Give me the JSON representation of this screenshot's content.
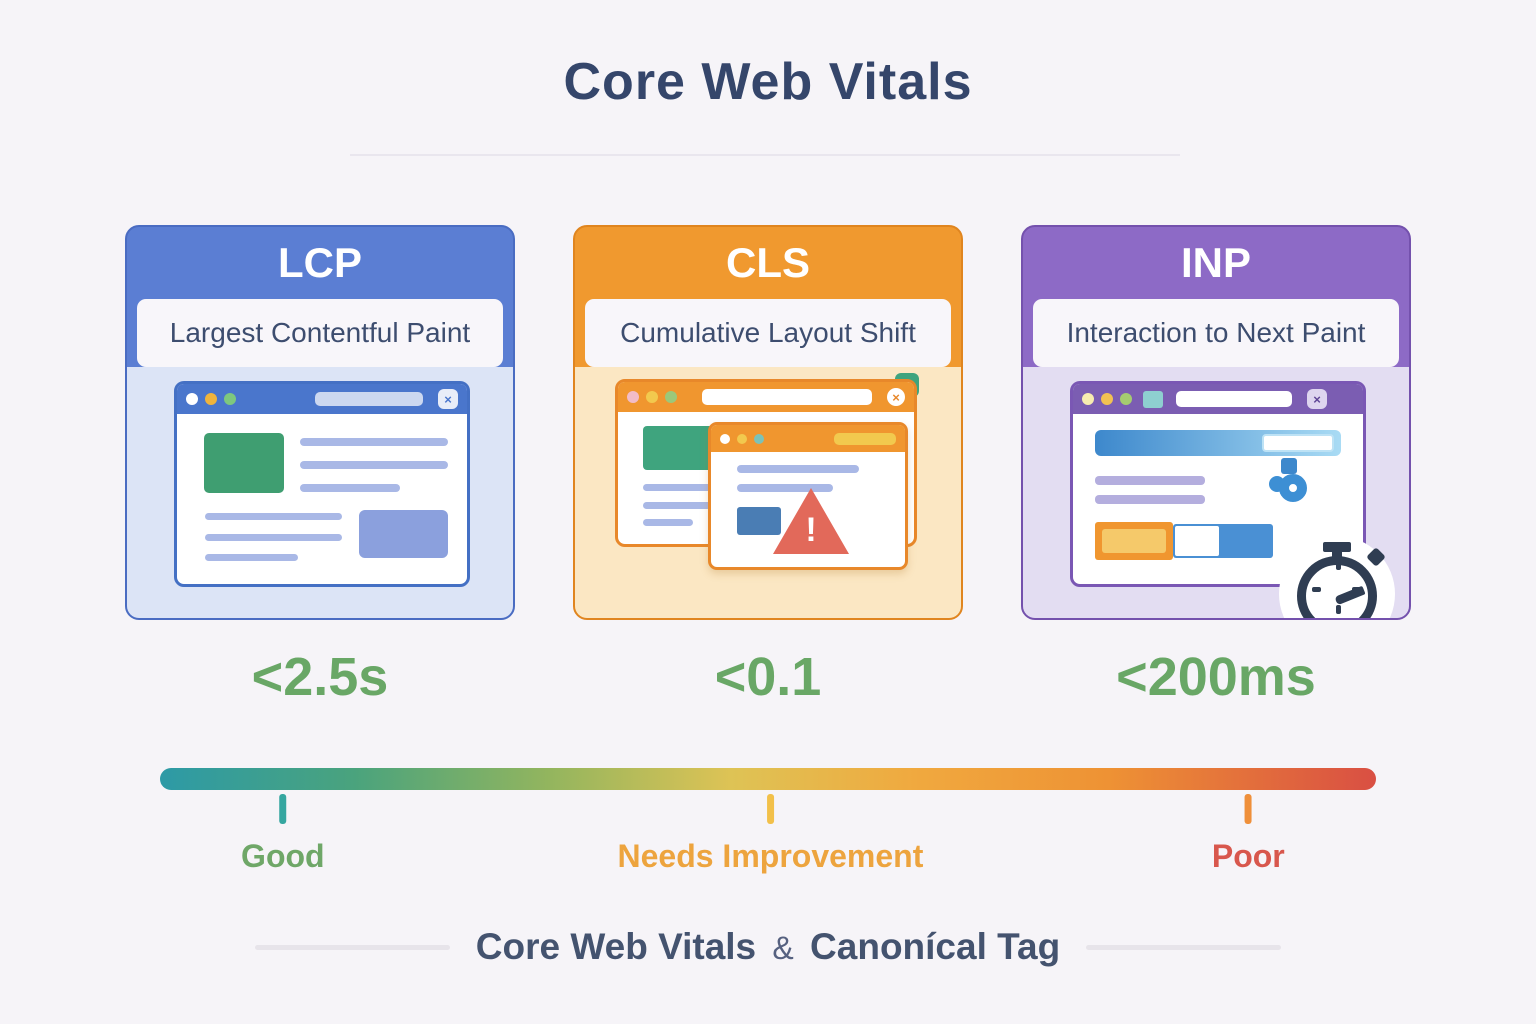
{
  "title": "Core Web Vitals",
  "cards": [
    {
      "abbr": "LCP",
      "full_name": "Largest Contentful Paint",
      "threshold": "<2.5s",
      "header_color": "#5b7ed3",
      "body_color": "#dce4f6",
      "illustration": "browser-window-with-hero-image"
    },
    {
      "abbr": "CLS",
      "full_name": "Cumulative Layout Shift",
      "threshold": "<0.1",
      "header_color": "#f0992f",
      "body_color": "#fbe7c3",
      "illustration": "overlapping-shifted-windows-with-warning"
    },
    {
      "abbr": "INP",
      "full_name": "Interaction to Next Paint",
      "threshold": "<200ms",
      "header_color": "#8d6ac6",
      "body_color": "#e3ddf2",
      "illustration": "browser-window-with-click-and-stopwatch"
    }
  ],
  "glyphs": {
    "close": "×",
    "warning": "!"
  },
  "threshold_color": "#69a766",
  "scale": {
    "gradient_colors": [
      "#2d9aa6",
      "#4aa37d",
      "#dec355",
      "#f0a93f",
      "#d94f43"
    ],
    "labels": [
      {
        "text": "Good",
        "color": "#6fa768",
        "tick_color": "#35a6a0"
      },
      {
        "text": "Needs Improvement",
        "color": "#eda43e",
        "tick_color": "#f2c04a"
      },
      {
        "text": "Poor",
        "color": "#d8574d",
        "tick_color": "#ef8f3a"
      }
    ]
  },
  "footer": {
    "left": "Core Web Vitals",
    "separator": "&",
    "right": "Canonícal Tag"
  }
}
